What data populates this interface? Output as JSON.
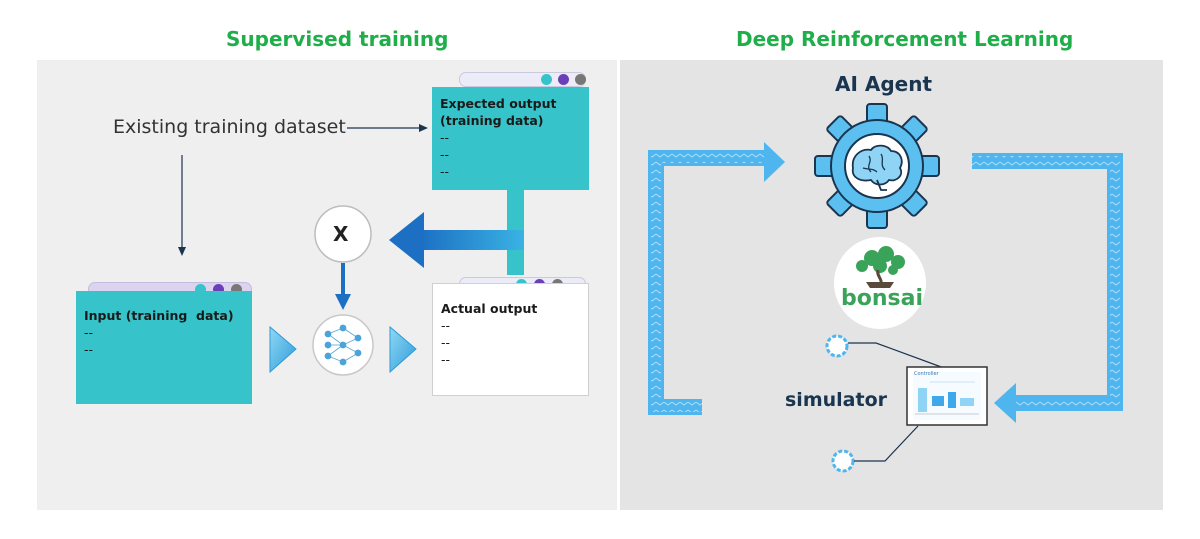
{
  "supervised": {
    "title": "Supervised training",
    "dataset_label": "Existing training dataset",
    "expected_output": {
      "title": "Expected output",
      "subtitle": "(training data)",
      "lines": [
        "--",
        "--",
        "--"
      ]
    },
    "input": {
      "title": "Input (training  data)",
      "lines": [
        "--",
        "--"
      ]
    },
    "actual_output": {
      "title": "Actual output",
      "lines": [
        "--",
        "--",
        "--"
      ]
    },
    "compare_symbol": "X"
  },
  "drl": {
    "title": "Deep Reinforcement Learning",
    "agent_label": "AI Agent",
    "bonsai_label": "bonsai",
    "simulator_label": "simulator",
    "simulator_screen_title": "Controller"
  },
  "colors": {
    "title_green": "#1fae4a",
    "teal": "#36c3c9",
    "blue_arrow": "#1d7fd4",
    "light_blue": "#6cc6f5",
    "dark_navy": "#1a3550"
  },
  "icons": [
    "neural-network-icon",
    "brain-icon",
    "gear-icon",
    "bonsai-tree-icon",
    "connector-gear-icon"
  ]
}
